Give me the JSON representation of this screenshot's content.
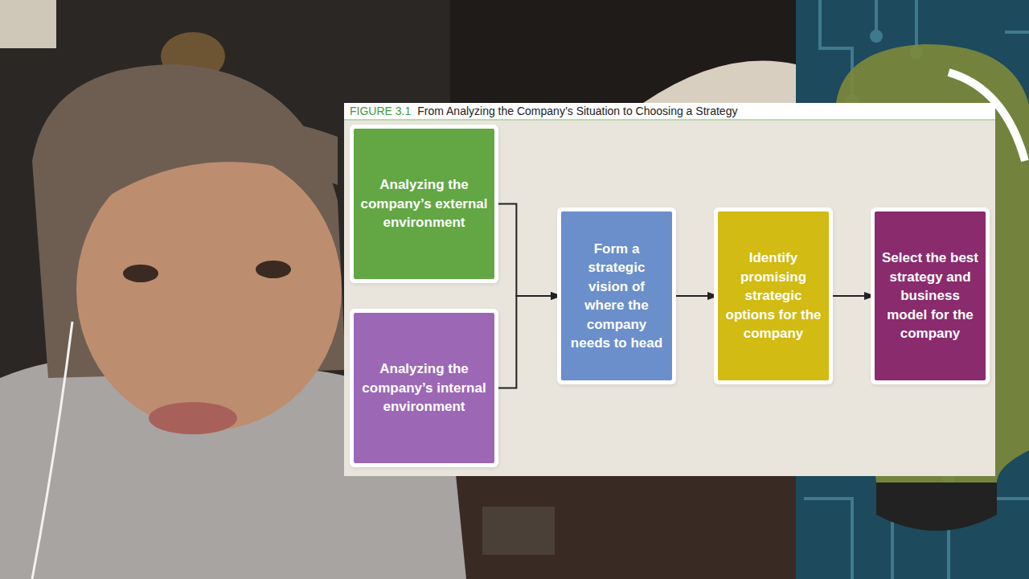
{
  "diagram": {
    "title": "From Analyzing the Company’s Situation to Choosing a Strategy",
    "nodes": [
      {
        "text": [
          "Analyzing the company’s external environment"
        ]
      },
      {
        "text": [
          "Analyzing the company’s internal environment"
        ]
      },
      {
        "text": [
          "Form a strategic vision of where the company needs to head"
        ]
      },
      {
        "text": [
          "Identify promising strategic options for the company"
        ]
      },
      {
        "text": [
          "Select the best strategy and business model for the company"
        ]
      }
    ],
    "edges": [
      {
        "from": 0,
        "to": 2,
        "arrow": "to"
      },
      {
        "from": 1,
        "to": 2,
        "arrow": "to"
      },
      {
        "from": 2,
        "to": 3,
        "arrow": "to"
      },
      {
        "from": 3,
        "to": 4,
        "arrow": "to"
      }
    ],
    "labels": [
      "FIGURE 3.1"
    ]
  }
}
